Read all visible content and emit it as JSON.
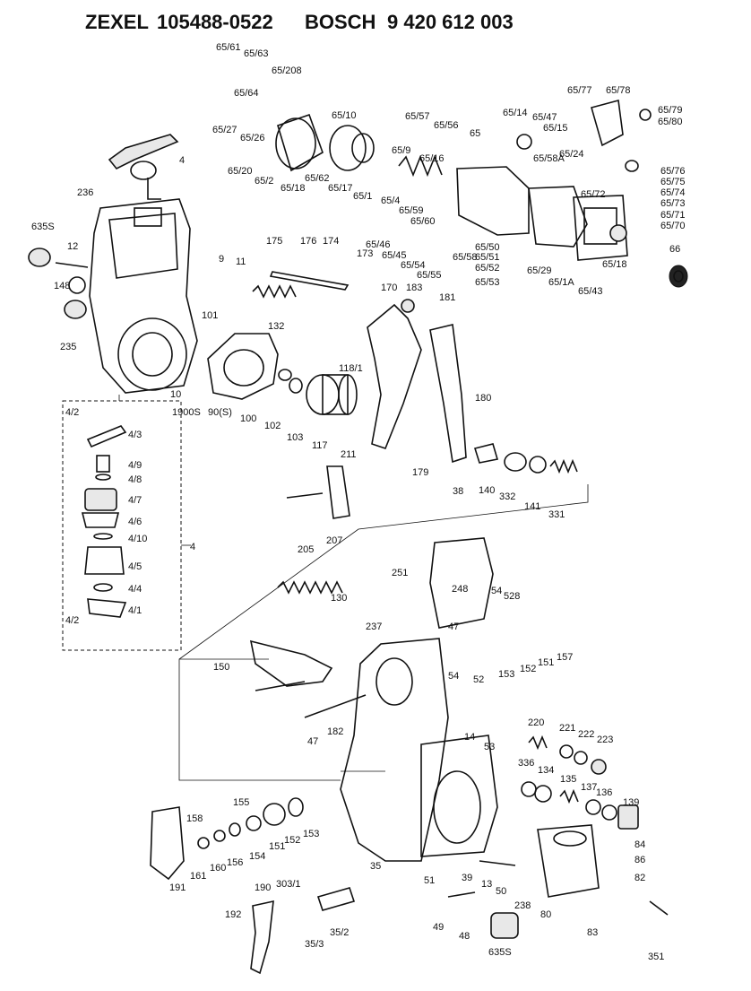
{
  "header": {
    "brand1": "ZEXEL",
    "part1": "105488-0522",
    "brand2": "BOSCH",
    "part2": "9 420 612 003"
  },
  "labels": [
    "65/61",
    "65/63",
    "65/208",
    "65/64",
    "65/27",
    "65/26",
    "65/20",
    "65/2",
    "65/18",
    "65/62",
    "65/10",
    "65/17",
    "65/1",
    "65/57",
    "65/56",
    "65/9",
    "65/16",
    "65/4",
    "65/59",
    "65/60",
    "65/46",
    "65/45",
    "65/54",
    "65/55",
    "65",
    "65/14",
    "65/47",
    "65/15",
    "65/58A",
    "65/24",
    "65/72",
    "65/77",
    "65/78",
    "65/79",
    "65/80",
    "65/76",
    "65/75",
    "65/74",
    "65/73",
    "65/71",
    "65/70",
    "65/58",
    "65/50",
    "65/51",
    "65/52",
    "65/53",
    "65/29",
    "65/1A",
    "65/43",
    "65/18",
    "66",
    "4",
    "236",
    "635S",
    "12",
    "148",
    "235",
    "9",
    "11",
    "175",
    "176",
    "174",
    "173",
    "132",
    "101",
    "10",
    "1900S",
    "90(S)",
    "100",
    "102",
    "103",
    "117",
    "118/1",
    "170",
    "183",
    "181",
    "180",
    "179",
    "38",
    "140",
    "332",
    "141",
    "331",
    "211",
    "205",
    "207",
    "4/2",
    "4/3",
    "4/9",
    "4/8",
    "4/7",
    "4/6",
    "4/10",
    "4",
    "4/5",
    "4/4",
    "4/1",
    "4/2",
    "251",
    "248",
    "54",
    "528",
    "130",
    "237",
    "47",
    "150",
    "47",
    "182",
    "54",
    "52",
    "153",
    "152",
    "151",
    "157",
    "220",
    "221",
    "222",
    "223",
    "14",
    "53",
    "336",
    "134",
    "135",
    "137",
    "136",
    "139",
    "84",
    "86",
    "82",
    "80",
    "238",
    "83",
    "351",
    "155",
    "158",
    "154",
    "151",
    "152",
    "153",
    "156",
    "160",
    "161",
    "191",
    "35",
    "39",
    "13",
    "50",
    "51",
    "49",
    "48",
    "635S",
    "190",
    "303/1",
    "192",
    "35/3",
    "35/2"
  ]
}
